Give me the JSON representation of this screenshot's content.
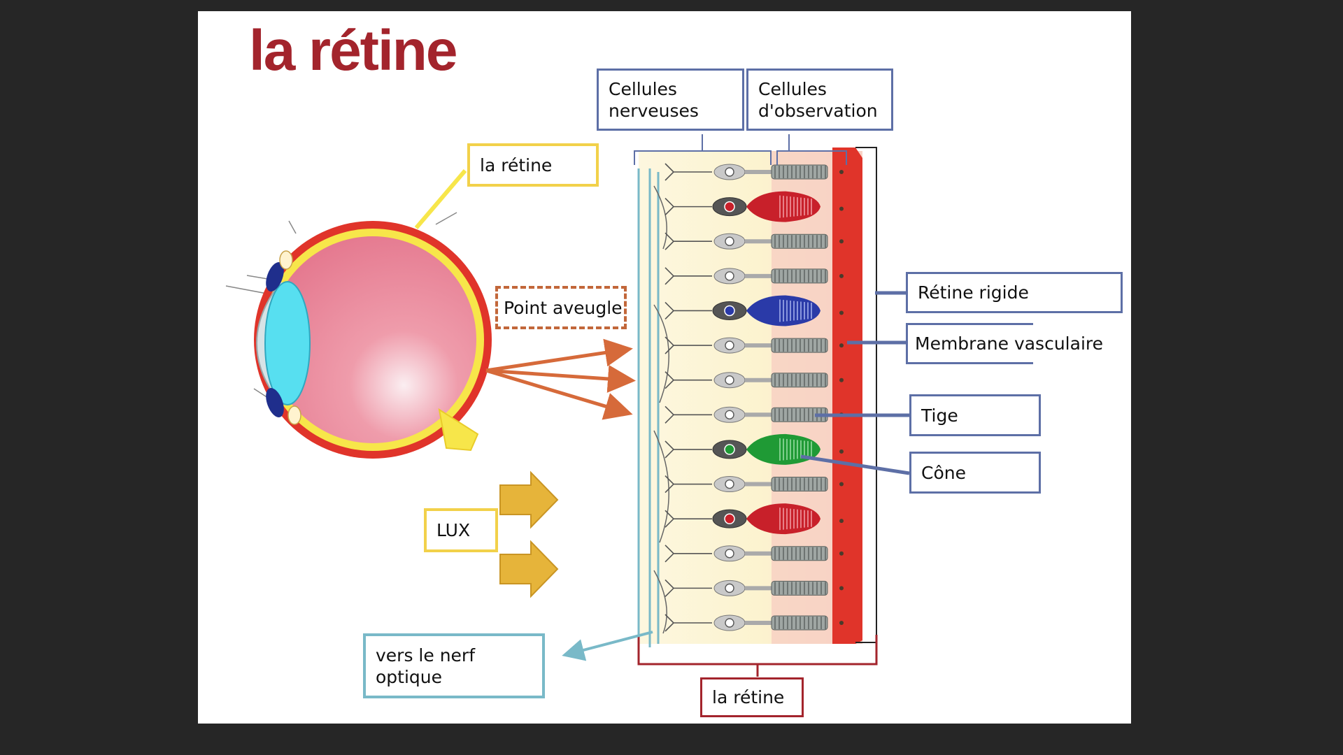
{
  "title": "la rétine",
  "labels": {
    "retina_eye": "la rétine",
    "nerve_cells": "Cellules\nnerveuses",
    "observation_cells": "Cellules\nd'observation",
    "blind_spot": "Point aveugle",
    "rigid_retina": "Rétine rigide",
    "vascular_membrane": "Membrane vasculaire",
    "rod": "Tige",
    "cone": "Cône",
    "lux": "LUX",
    "optic_nerve": "vers le nerf\noptique",
    "retina_bottom": "la rétine"
  },
  "colors": {
    "title": "#a3242c",
    "yellow_frame": "#f2d14a",
    "blue_frame": "#5d6fa6",
    "teal_frame": "#79b9c8",
    "arrow_orange": "#d66a3a",
    "lux_arrow": "#e6b43a",
    "membrane_red": "#e0342a"
  },
  "photoreceptors": [
    "rod",
    "cone-red",
    "rod",
    "rod",
    "cone-blue",
    "rod",
    "rod",
    "rod",
    "cone-green",
    "rod",
    "cone-red",
    "rod",
    "rod",
    "rod"
  ]
}
